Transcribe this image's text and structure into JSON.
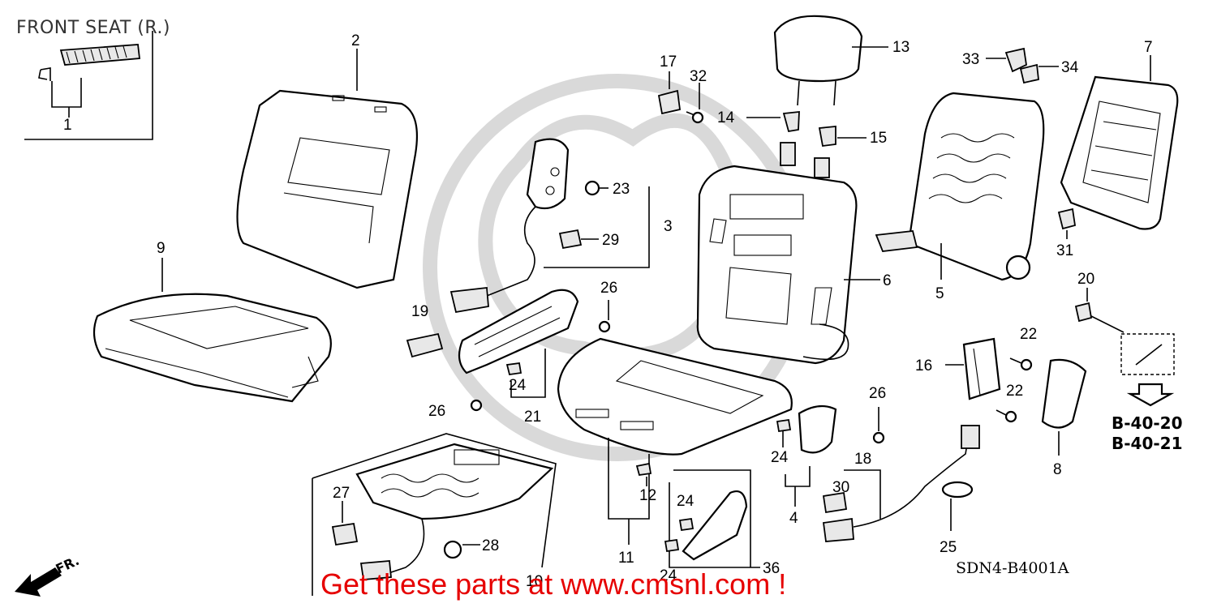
{
  "title": "FRONT SEAT (R.)",
  "diagram_code": "SDN4-B4001A",
  "promo": "Get these parts at www.cmsnl.com !",
  "front_marker": "FR.",
  "references": [
    "B-40-20",
    "B-40-21"
  ],
  "callouts": {
    "c1": "1",
    "c2": "2",
    "c3": "3",
    "c4": "4",
    "c5": "5",
    "c6": "6",
    "c7": "7",
    "c8": "8",
    "c9": "9",
    "c10": "10",
    "c11": "11",
    "c12": "12",
    "c13": "13",
    "c14": "14",
    "c15": "15",
    "c16": "16",
    "c17": "17",
    "c18": "18",
    "c19": "19",
    "c20": "20",
    "c21": "21",
    "c22a": "22",
    "c22b": "22",
    "c23": "23",
    "c24a": "24",
    "c24b": "24",
    "c24c": "24",
    "c24d": "24",
    "c25": "25",
    "c26a": "26",
    "c26b": "26",
    "c26c": "26",
    "c27": "27",
    "c28": "28",
    "c29": "29",
    "c30": "30",
    "c31": "31",
    "c32": "32",
    "c33": "33",
    "c34": "34",
    "c36": "36"
  }
}
